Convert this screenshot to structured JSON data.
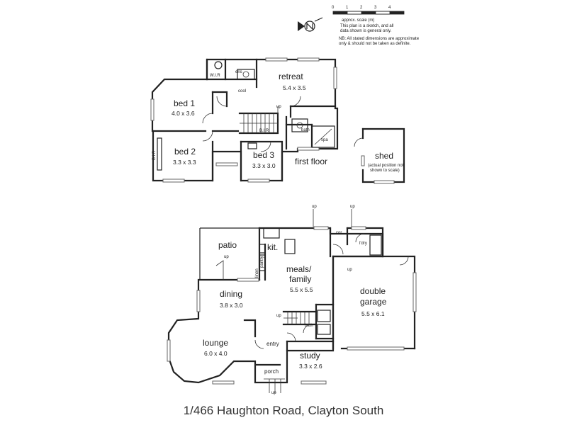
{
  "scale": {
    "ticks": [
      "0",
      "1",
      "2",
      "3",
      "4"
    ],
    "label": "approx. scale (m)",
    "note_lines": [
      "This plan is a sketch, and all",
      "data shown is general only."
    ],
    "nb_lines": [
      "NB: All stated dimensions are approximate",
      "only & should not be taken as definite."
    ]
  },
  "first_floor": {
    "label": "first floor",
    "rooms": [
      {
        "name": "retreat",
        "dims": "5.4 x 3.5"
      },
      {
        "name": "bed 1",
        "dims": "4.0 x 3.6"
      },
      {
        "name": "bed 2",
        "dims": "3.3 x 3.3"
      },
      {
        "name": "bed 3",
        "dims": "3.3 x 3.0"
      }
    ],
    "small": {
      "wir": "W.I.R",
      "ens": "ens",
      "cool": "cool",
      "up": "up",
      "bir": "B.I.R",
      "bath": "bath",
      "spa": "spa",
      "bir_side": "B I R"
    }
  },
  "shed": {
    "name": "shed",
    "note_lines": [
      "(actual position not",
      "shown to scale)"
    ]
  },
  "ground_floor": {
    "rooms": [
      {
        "name": "patio"
      },
      {
        "name": "kit."
      },
      {
        "name": "meals/",
        "name2": "family",
        "dims": "5.5 x 5.5"
      },
      {
        "name": "dining",
        "dims": "3.8 x 3.0"
      },
      {
        "name": "double",
        "name2": "garage",
        "dims": "5.5 x 6.1"
      },
      {
        "name": "lounge",
        "dims": "6.0 x 4.0"
      },
      {
        "name": "entry"
      },
      {
        "name": "study",
        "dims": "3.3 x 2.6"
      },
      {
        "name": "porch"
      },
      {
        "name": "bath"
      }
    ],
    "small": {
      "up": "up",
      "cor": "cor",
      "ldry": "l'dry",
      "pantry": "pantry",
      "linen": "linen"
    }
  },
  "address": "1/466 Haughton Road, Clayton South"
}
